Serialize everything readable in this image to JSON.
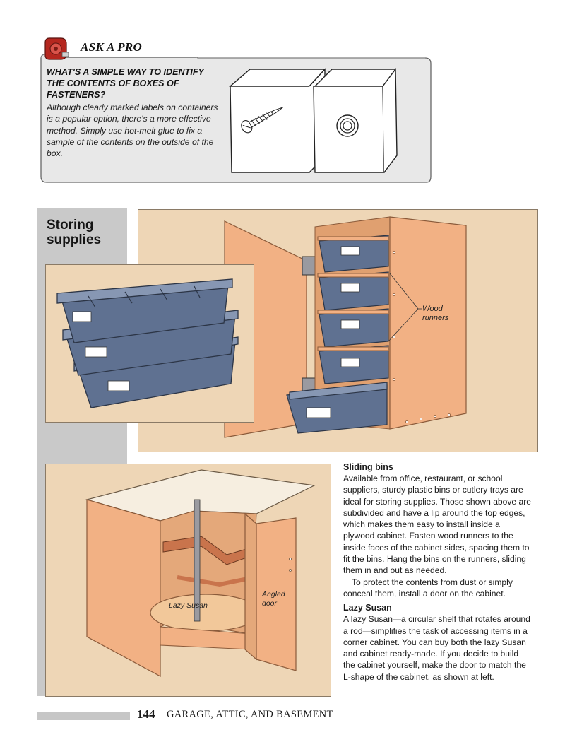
{
  "ask_a_pro": {
    "title": "ASK A PRO",
    "icon": "tape-measure-icon",
    "question": "WHAT'S A SIMPLE WAY TO IDENTIFY THE CONTENTS OF BOXES OF FASTENERS?",
    "answer": "Although clearly marked labels on containers is a popular option, there's a more effective method. Simply use hot-melt glue to fix a sample of the contents on the outside of the box."
  },
  "section": {
    "title_line1": "Storing",
    "title_line2": "supplies"
  },
  "callouts": {
    "wood_runners_1": "Wood",
    "wood_runners_2": "runners",
    "lazy_susan": "Lazy Susan",
    "angled_door_1": "Angled",
    "angled_door_2": "door"
  },
  "text": {
    "heading1": "Sliding bins",
    "para1": "Available from office, restaurant, or school suppliers, sturdy plastic bins or cutlery trays are ideal for storing supplies. Those shown above are subdivided and have a lip around the top edges, which makes them easy to install inside a plywood cabinet. Fasten wood runners to the inside faces of the cabinet sides, spacing them to fit the bins. Hang the bins on the runners, sliding them in and out as needed.",
    "para2": "To protect the contents from dust or simply conceal them, install a door on the cabinet.",
    "heading2": "Lazy Susan",
    "para3": "A lazy Susan—a circular shelf that rotates around a rod—simplifies the task of accessing items in a corner cabinet. You can buy both the lazy Susan and cabinet ready-made. If you decide to build the cabinet yourself, make the door to match the L-shape of the cabinet, as shown at left."
  },
  "footer": {
    "page_number": "144",
    "chapter": "GARAGE, ATTIC, AND BASEMENT"
  },
  "colors": {
    "panel_bg": "#eed6b6",
    "plywood": "#f2b184",
    "bin_blue": "#5f7191",
    "sidebar_gray": "#c9c9c9"
  }
}
